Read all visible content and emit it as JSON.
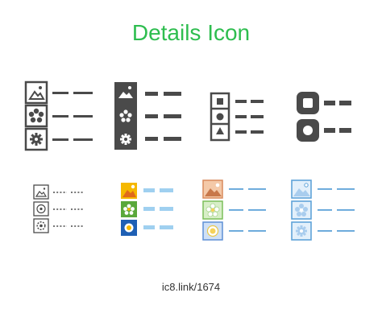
{
  "title": "Details Icon",
  "footer": "ic8.link/1674",
  "colors": {
    "title": "#2ebd4f",
    "dark": "#4a4a4a",
    "light_blue": "#9fd0f0",
    "line_blue": "#5fa3d9"
  },
  "icons": [
    {
      "name": "details-icon-ios-outline",
      "style": "outlined dark"
    },
    {
      "name": "details-icon-filled-dark",
      "style": "filled dark"
    },
    {
      "name": "details-icon-shapes",
      "style": "shapes outline"
    },
    {
      "name": "details-icon-rounded",
      "style": "rounded filled"
    },
    {
      "name": "details-icon-thin-dotted",
      "style": "thin outline with dotted lines"
    },
    {
      "name": "details-icon-color-flat",
      "style": "color flat"
    },
    {
      "name": "details-icon-color-soft",
      "style": "color soft"
    },
    {
      "name": "details-icon-blue-outline",
      "style": "blue outline"
    }
  ]
}
